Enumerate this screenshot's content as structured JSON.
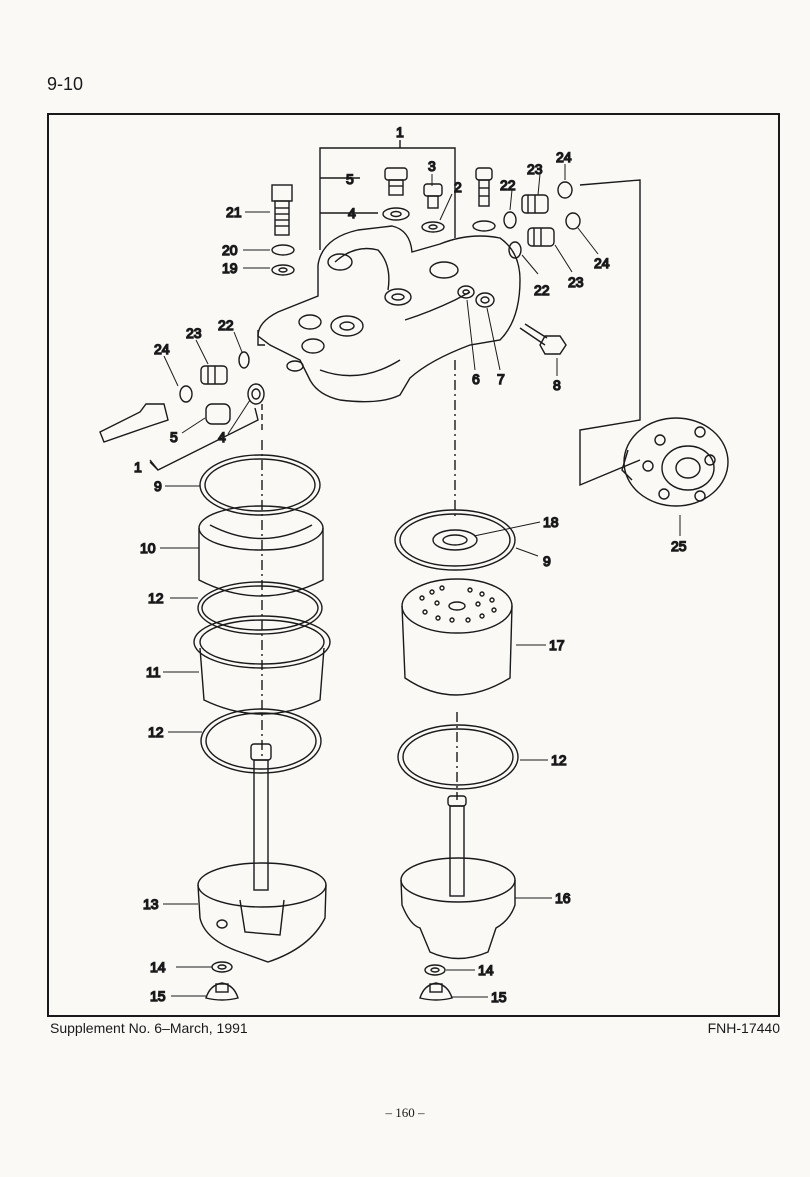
{
  "header": {
    "page_number": "9-10"
  },
  "callouts": {
    "c1_top": "1",
    "c1_left": "1",
    "c2": "2",
    "c3": "3",
    "c4_top": "4",
    "c4_left": "4",
    "c5_top": "5",
    "c5_left": "5",
    "c6": "6",
    "c7": "7",
    "c8": "8",
    "c9_left": "9",
    "c9_right": "9",
    "c10": "10",
    "c11": "11",
    "c12_a": "12",
    "c12_b": "12",
    "c12_c": "12",
    "c13": "13",
    "c14_left": "14",
    "c14_right": "14",
    "c15_left": "15",
    "c15_right": "15",
    "c16": "16",
    "c17": "17",
    "c18": "18",
    "c19": "19",
    "c20": "20",
    "c21": "21",
    "c22_top": "22",
    "c22_mid": "22",
    "c22_left": "22",
    "c23_top": "23",
    "c23_mid": "23",
    "c23_left": "23",
    "c24_top": "24",
    "c24_mid": "24",
    "c24_left": "24",
    "c25": "25"
  },
  "footer": {
    "supplement": "Supplement No. 6–March, 1991",
    "doc_number": "FNH-17440",
    "folio": "– 160 –"
  }
}
